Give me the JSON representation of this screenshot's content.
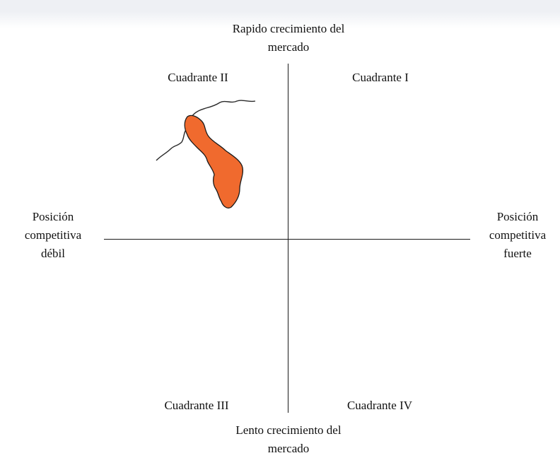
{
  "axes": {
    "top": [
      "Rapido crecimiento del",
      "mercado"
    ],
    "bottom": [
      "Lento crecimiento del",
      "mercado"
    ],
    "left": [
      "Posición",
      "competitiva",
      "débil"
    ],
    "right": [
      "Posición",
      "competitiva",
      "fuerte"
    ]
  },
  "quadrants": {
    "q1": "Cuadrante I",
    "q2": "Cuadrante II",
    "q3": "Cuadrante III",
    "q4": "Cuadrante IV"
  },
  "colors": {
    "marker_fill": "#f06a2e",
    "marker_stroke": "#1a1a1a",
    "axis": "#1a1a1a"
  },
  "marker": {
    "icon": "map-region-icon",
    "quadrant": "Cuadrante II"
  }
}
